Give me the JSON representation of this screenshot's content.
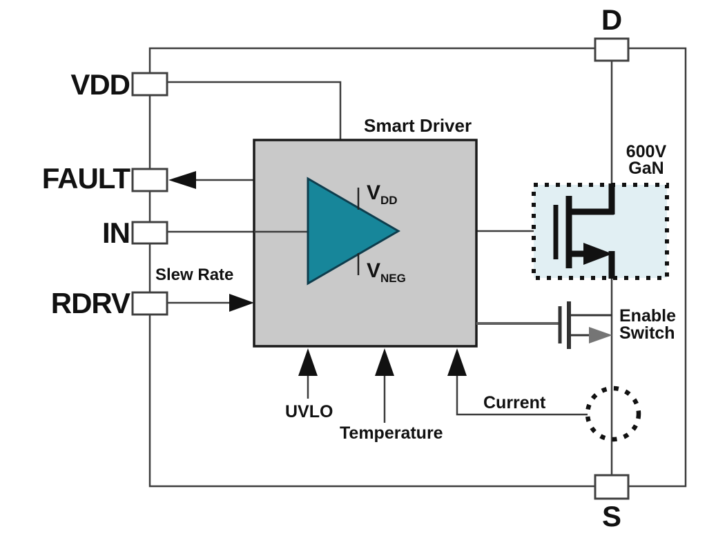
{
  "diagram": {
    "type": "circuit-block-diagram",
    "block_title": "Smart Driver",
    "pins": {
      "vdd": "VDD",
      "fault": "FAULT",
      "in": "IN",
      "rdrv": "RDRV",
      "drain": "D",
      "source": "S"
    },
    "labels": {
      "slew_rate": "Slew Rate",
      "uvlo": "UVLO",
      "temperature": "Temperature",
      "current": "Current",
      "enable_line1": "Enable",
      "enable_line2": "Switch",
      "gan_line1": "600V",
      "gan_line2": "GaN",
      "amp_pos_main": "V",
      "amp_pos_sub": "DD",
      "amp_neg_main": "V",
      "amp_neg_sub": "NEG"
    },
    "colors": {
      "background": "#ffffff",
      "wire": "#3c3c3c",
      "block_fill": "#c9c9c9",
      "block_border": "#1a1a1a",
      "amplifier_fill": "#17869a",
      "amplifier_border": "#0e3d4d",
      "gan_box_fill": "#e1eff3",
      "symbol_black": "#111111",
      "enable_gray": "#757575",
      "pin_box_fill": "#ffffff",
      "pin_box_border": "#3f3f3f"
    }
  }
}
